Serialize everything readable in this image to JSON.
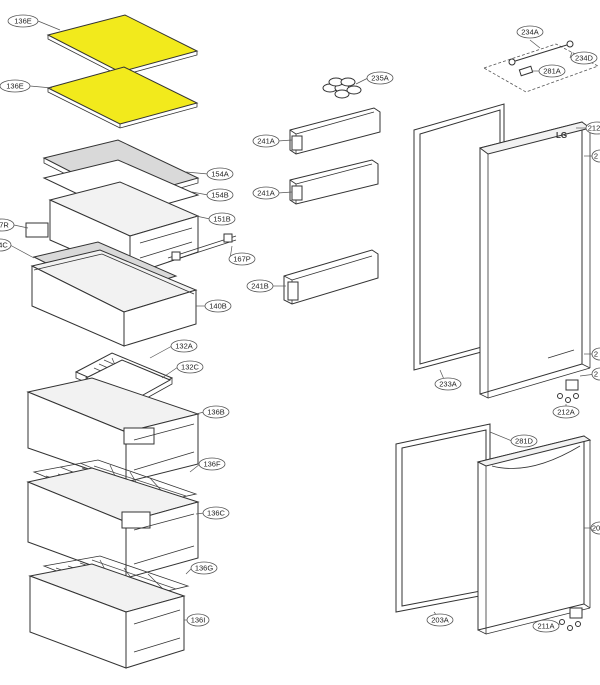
{
  "brand_logo": "LG",
  "colors": {
    "glass_shelf": "#f2ea1c",
    "line": "#333333",
    "crisper_cover": "#d9d9d9"
  },
  "callouts": [
    {
      "id": "c-136e-a",
      "label": "136E"
    },
    {
      "id": "c-136e-b",
      "label": "136E"
    },
    {
      "id": "c-154a",
      "label": "154A"
    },
    {
      "id": "c-154b",
      "label": "154B"
    },
    {
      "id": "c-151b",
      "label": "151B"
    },
    {
      "id": "c-167r",
      "label": "7R"
    },
    {
      "id": "c-154c",
      "label": "4C"
    },
    {
      "id": "c-167p",
      "label": "167P"
    },
    {
      "id": "c-140b",
      "label": "140B"
    },
    {
      "id": "c-132a",
      "label": "132A"
    },
    {
      "id": "c-132c",
      "label": "132C"
    },
    {
      "id": "c-136b",
      "label": "136B"
    },
    {
      "id": "c-136f",
      "label": "136F"
    },
    {
      "id": "c-136c",
      "label": "136C"
    },
    {
      "id": "c-136g",
      "label": "136G"
    },
    {
      "id": "c-136i",
      "label": "136I"
    },
    {
      "id": "c-235a",
      "label": "235A"
    },
    {
      "id": "c-241a-1",
      "label": "241A"
    },
    {
      "id": "c-241a-2",
      "label": "241A"
    },
    {
      "id": "c-241b",
      "label": "241B"
    },
    {
      "id": "c-234a",
      "label": "234A"
    },
    {
      "id": "c-234d",
      "label": "234D"
    },
    {
      "id": "c-281a",
      "label": "281A"
    },
    {
      "id": "c-212-top",
      "label": "212"
    },
    {
      "id": "c-2-door",
      "label": "2"
    },
    {
      "id": "c-233a",
      "label": "233A"
    },
    {
      "id": "c-2-hinge-1",
      "label": "2"
    },
    {
      "id": "c-2-hinge-2",
      "label": "2"
    },
    {
      "id": "c-212a",
      "label": "212A"
    },
    {
      "id": "c-281d",
      "label": "281D"
    },
    {
      "id": "c-20-door",
      "label": "20"
    },
    {
      "id": "c-203a",
      "label": "203A"
    },
    {
      "id": "c-211a",
      "label": "211A"
    }
  ]
}
